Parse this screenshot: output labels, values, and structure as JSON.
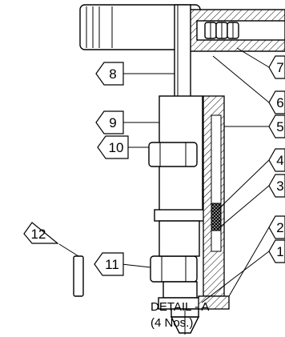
{
  "caption": {
    "line1": "DETAIL - A",
    "line2": "(4 Nos.)"
  },
  "balloons": [
    "1",
    "2",
    "3",
    "4",
    "5",
    "6",
    "7",
    "8",
    "9",
    "10",
    "11",
    "12"
  ]
}
